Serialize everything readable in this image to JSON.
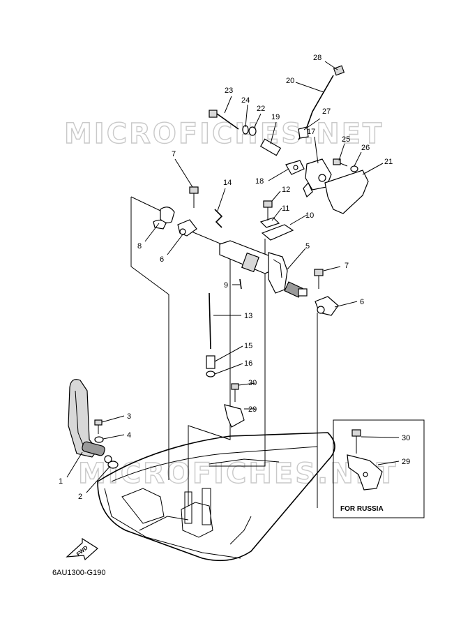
{
  "watermark": "MICROFICHES.NET",
  "diagram_code": "6AU1300-G190",
  "inset_label": "FOR RUSSIA",
  "fwd_label": "FWD",
  "callouts": {
    "p1": "1",
    "p2": "2",
    "p3": "3",
    "p4": "4",
    "p5": "5",
    "p6a": "6",
    "p6b": "6",
    "p7a": "7",
    "p7b": "7",
    "p8": "8",
    "p9": "9",
    "p10": "10",
    "p11": "11",
    "p12": "12",
    "p13": "13",
    "p14": "14",
    "p15": "15",
    "p16": "16",
    "p17": "17",
    "p18": "18",
    "p19": "19",
    "p20": "20",
    "p21": "21",
    "p22": "22",
    "p23": "23",
    "p24": "24",
    "p25": "25",
    "p26": "26",
    "p27": "27",
    "p28": "28",
    "p29a": "29",
    "p29b": "29",
    "p30a": "30",
    "p30b": "30"
  }
}
